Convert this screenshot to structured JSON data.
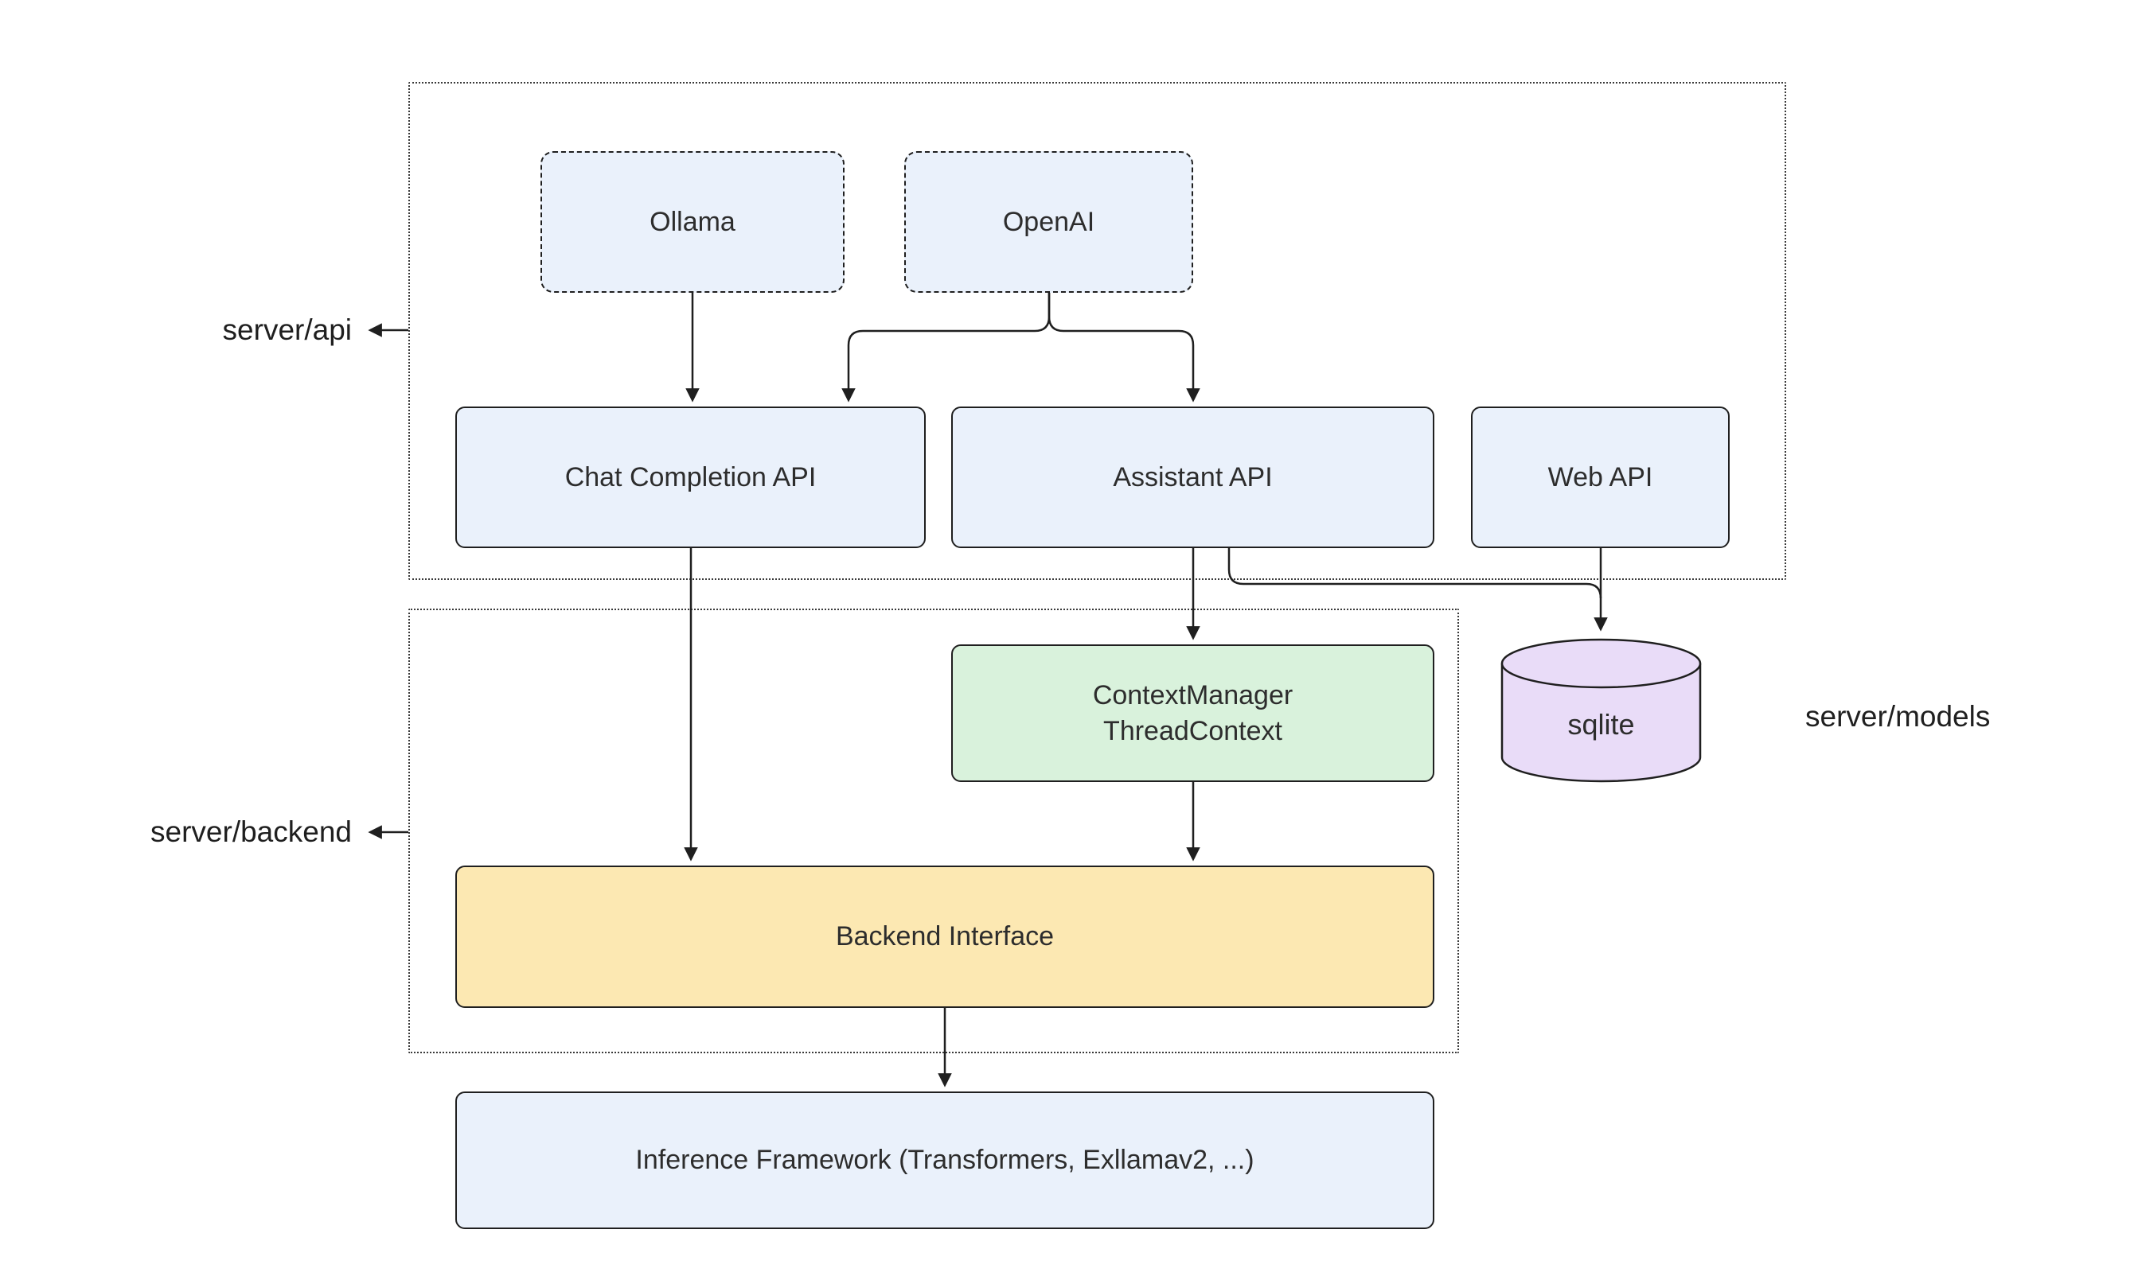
{
  "diagram_title": "server architecture diagram",
  "labels": {
    "server_api": "server/api",
    "server_backend": "server/backend",
    "server_models": "server/models"
  },
  "nodes": {
    "ollama": "Ollama",
    "openai": "OpenAI",
    "chat_completion_api": "Chat Completion API",
    "assistant_api": "Assistant API",
    "web_api": "Web API",
    "context_manager_line1": "ContextManager",
    "context_manager_line2": "ThreadContext",
    "sqlite": "sqlite",
    "backend_interface": "Backend Interface",
    "inference_framework": "Inference Framework (Transformers, Exllamav2, ...)"
  },
  "colors": {
    "node_blue": "#eaf1fb",
    "node_green": "#d9f2dc",
    "node_yellow": "#fce8b2",
    "node_purple": "#e9dcf8",
    "stroke": "#1f1f1f",
    "text": "#2d2d2d",
    "background": "#ffffff"
  }
}
